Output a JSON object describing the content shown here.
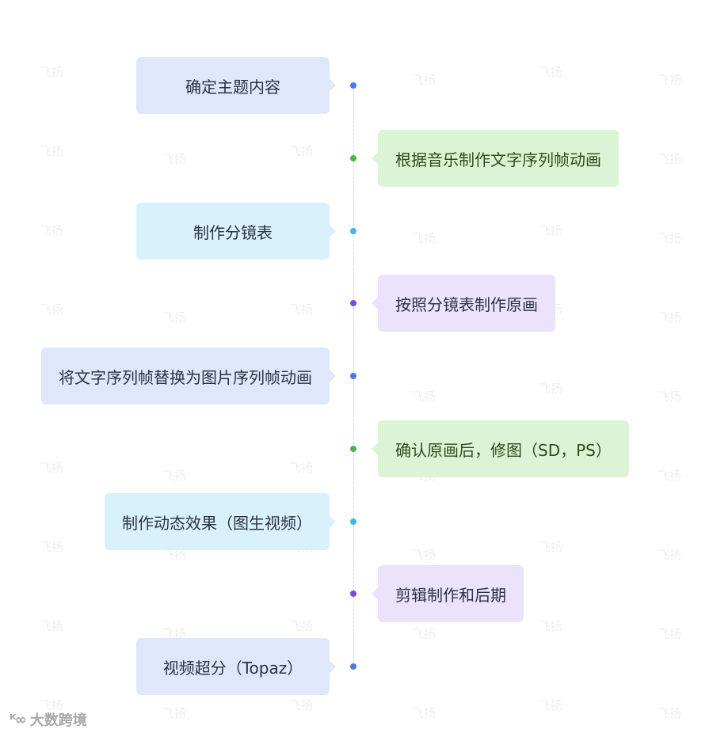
{
  "watermark": {
    "text": "飞扬"
  },
  "brand": {
    "logo_glyph": "ᴷ∞",
    "text": "大数跨境"
  },
  "timeline": {
    "steps": [
      {
        "label": "确定主题内容",
        "side": "left",
        "color": "blue"
      },
      {
        "label": "根据音乐制作文字序列帧动画",
        "side": "right",
        "color": "green"
      },
      {
        "label": "制作分镜表",
        "side": "left",
        "color": "cyan"
      },
      {
        "label": "按照分镜表制作原画",
        "side": "right",
        "color": "purple"
      },
      {
        "label": "将文字序列帧替换为图片序列帧动画",
        "side": "left",
        "color": "blue"
      },
      {
        "label": "确认原画后，修图（SD，PS）",
        "side": "right",
        "color": "green"
      },
      {
        "label": "制作动态效果（图生视频）",
        "side": "left",
        "color": "cyan"
      },
      {
        "label": "剪辑制作和后期",
        "side": "right",
        "color": "purple"
      },
      {
        "label": "视频超分（Topaz）",
        "side": "left",
        "color": "blue"
      }
    ]
  }
}
